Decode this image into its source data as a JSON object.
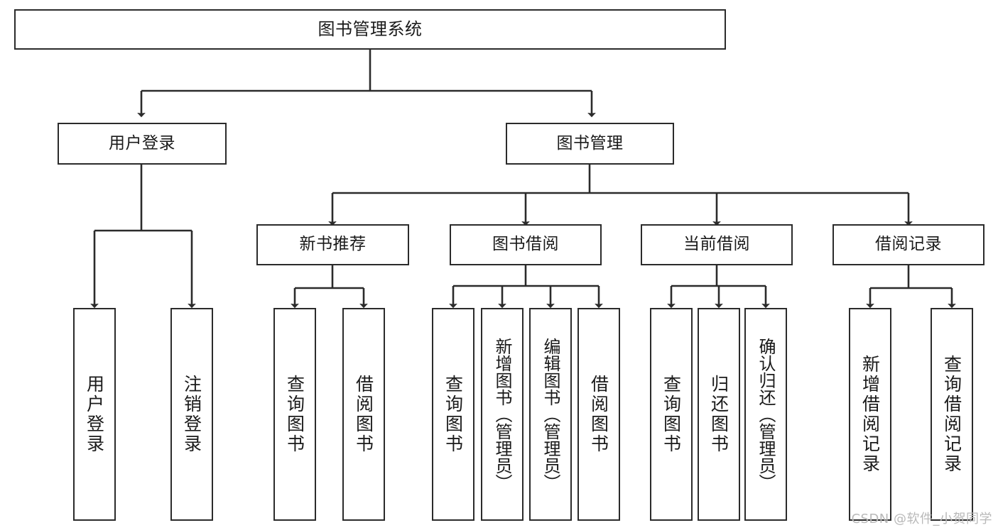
{
  "diagram": {
    "title": "图书管理系统",
    "type": "tree",
    "background": "#ffffff",
    "stroke_color": "#2b2b2b",
    "text_color": "#1a1a1a"
  },
  "root": {
    "label": "图书管理系统"
  },
  "level1": [
    {
      "label": "用户登录"
    },
    {
      "label": "图书管理"
    }
  ],
  "level2": [
    {
      "label": "新书推荐"
    },
    {
      "label": "图书借阅"
    },
    {
      "label": "当前借阅"
    },
    {
      "label": "借阅记录"
    }
  ],
  "leaves": {
    "user_login": [
      {
        "label": "用户登录"
      },
      {
        "label": "注销登录"
      }
    ],
    "new_book": [
      {
        "label": "查询图书"
      },
      {
        "label": "借阅图书"
      }
    ],
    "book_borrow": [
      {
        "label": "查询图书"
      },
      {
        "label": "新增图书（管理员）"
      },
      {
        "label": "编辑图书（管理员）"
      },
      {
        "label": "借阅图书"
      }
    ],
    "current_borrow": [
      {
        "label": "查询图书"
      },
      {
        "label": "归还图书"
      },
      {
        "label": "确认归还（管理员）"
      }
    ],
    "borrow_record": [
      {
        "label": "新增借阅记录"
      },
      {
        "label": "查询借阅记录"
      }
    ]
  },
  "watermark": {
    "text": "CSDN @软件_小贺同学",
    "color": "#b9b9b9"
  }
}
